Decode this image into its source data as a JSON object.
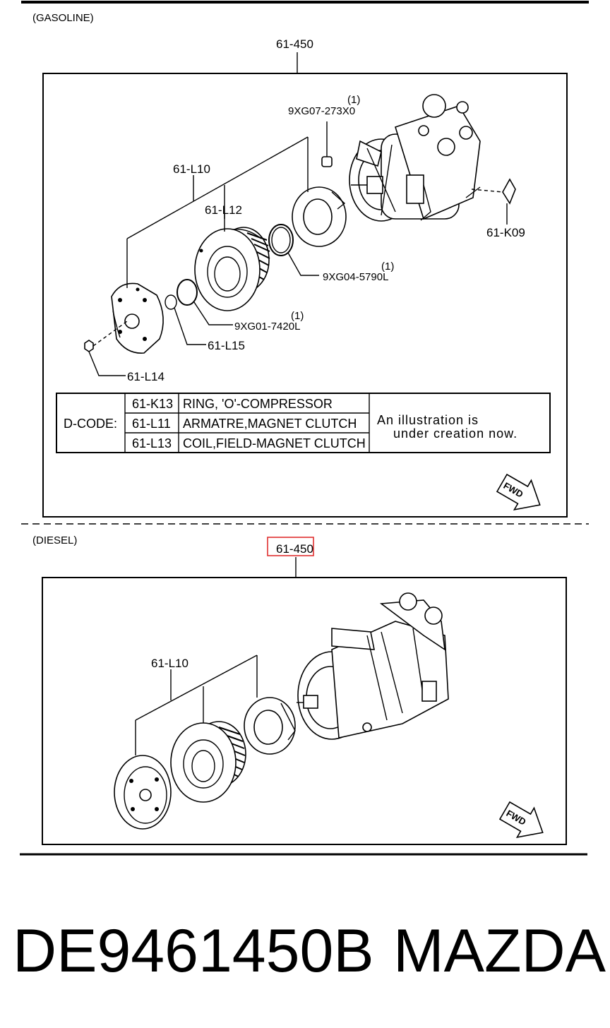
{
  "sections": {
    "gasoline": {
      "title": "(GASOLINE)",
      "assembly": "61-450",
      "callouts": {
        "pulley_assy": "61-L10",
        "pulley": "61-L12",
        "oring_seal_1": "9XG07-273X0",
        "oring_seal_1_qty": "(1)",
        "oring_seal_2": "9XG04-5790L",
        "oring_seal_2_qty": "(1)",
        "snap_ring": "9XG01-7420L",
        "snap_ring_qty": "(1)",
        "spacer": "61-L15",
        "nut": "61-L14",
        "bracket": "61-K09"
      },
      "dcode": {
        "label": "D-CODE:",
        "rows": [
          {
            "code": "61-K13",
            "desc": "RING, 'O'-COMPRESSOR"
          },
          {
            "code": "61-L11",
            "desc": "ARMATRE,MAGNET CLUTCH"
          },
          {
            "code": "61-L13",
            "desc": "COIL,FIELD-MAGNET CLUTCH"
          }
        ],
        "note_line1": "An illustration is",
        "note_line2": "under creation now."
      },
      "fwd": "FWD"
    },
    "diesel": {
      "title": "(DIESEL)",
      "assembly": "61-450",
      "callouts": {
        "pulley_assy": "61-L10"
      },
      "fwd": "FWD"
    }
  },
  "highlight_color": "#e03030",
  "footer": {
    "part_number": "DE9461450B",
    "brand": "MAZDA"
  }
}
